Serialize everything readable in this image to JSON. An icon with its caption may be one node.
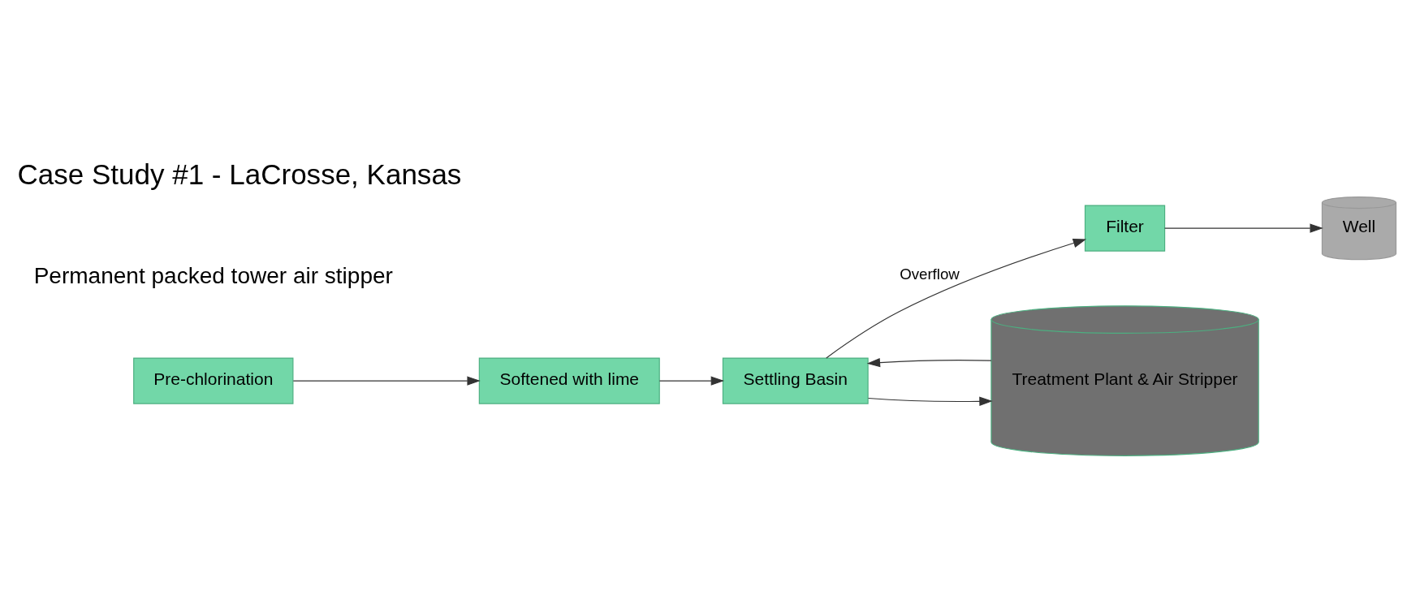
{
  "diagram": {
    "title": "Case Study #1 - LaCrosse, Kansas",
    "nodes": [
      {
        "text": [
          "Pre-chlorination"
        ]
      },
      {
        "text": [
          "Softened with lime"
        ]
      },
      {
        "text": [
          "Settling Basin"
        ]
      },
      {
        "text": [
          "Filter"
        ]
      },
      {
        "text": [
          "Well"
        ]
      },
      {
        "text": [
          "Treatment Plant & Air Stripper"
        ]
      }
    ],
    "edges": [
      {
        "from": 0,
        "to": 1,
        "arrow": "to"
      },
      {
        "from": 1,
        "to": 2,
        "arrow": "to"
      },
      {
        "from": 2,
        "to": 3,
        "arrow": "to",
        "label": "Overflow"
      },
      {
        "from": 3,
        "to": 4,
        "arrow": "to"
      },
      {
        "from": 2,
        "to": 5,
        "arrow": "to"
      },
      {
        "from": 5,
        "to": 2,
        "arrow": "to"
      }
    ],
    "labels": [
      "Permanent packed tower air stipper"
    ]
  }
}
